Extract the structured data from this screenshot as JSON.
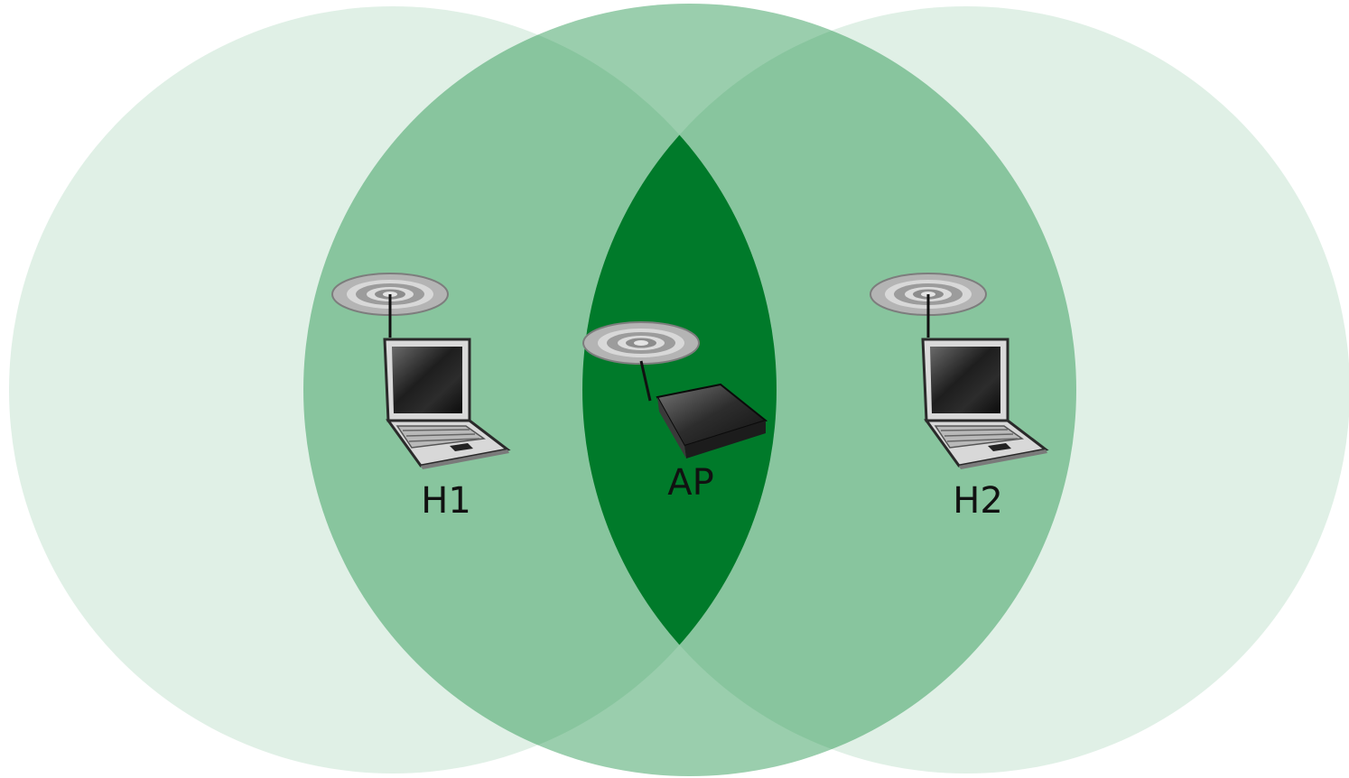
{
  "diagram": {
    "nodes": [
      {
        "id": "h1",
        "kind": "laptop",
        "label": "H1"
      },
      {
        "id": "ap",
        "kind": "access-point",
        "label": "AP"
      },
      {
        "id": "h2",
        "kind": "laptop",
        "label": "H2"
      }
    ],
    "ranges": [
      {
        "id": "h1-range",
        "of": "h1"
      },
      {
        "id": "ap-range",
        "of": "ap"
      },
      {
        "id": "h2-range",
        "of": "h2"
      }
    ]
  },
  "colors": {
    "range_fill": "#0f8a3c",
    "overlap_all": "#007a2a",
    "background": "#ffffff",
    "device_body": "#2e2e2e",
    "device_screen": "#1a1a1a",
    "device_frame": "#e6e6e6",
    "signal_rings": "#9a9a9a"
  },
  "icons": {
    "laptop": "laptop-icon",
    "access_point": "wireless-router-icon",
    "signal": "wireless-signal-icon"
  }
}
